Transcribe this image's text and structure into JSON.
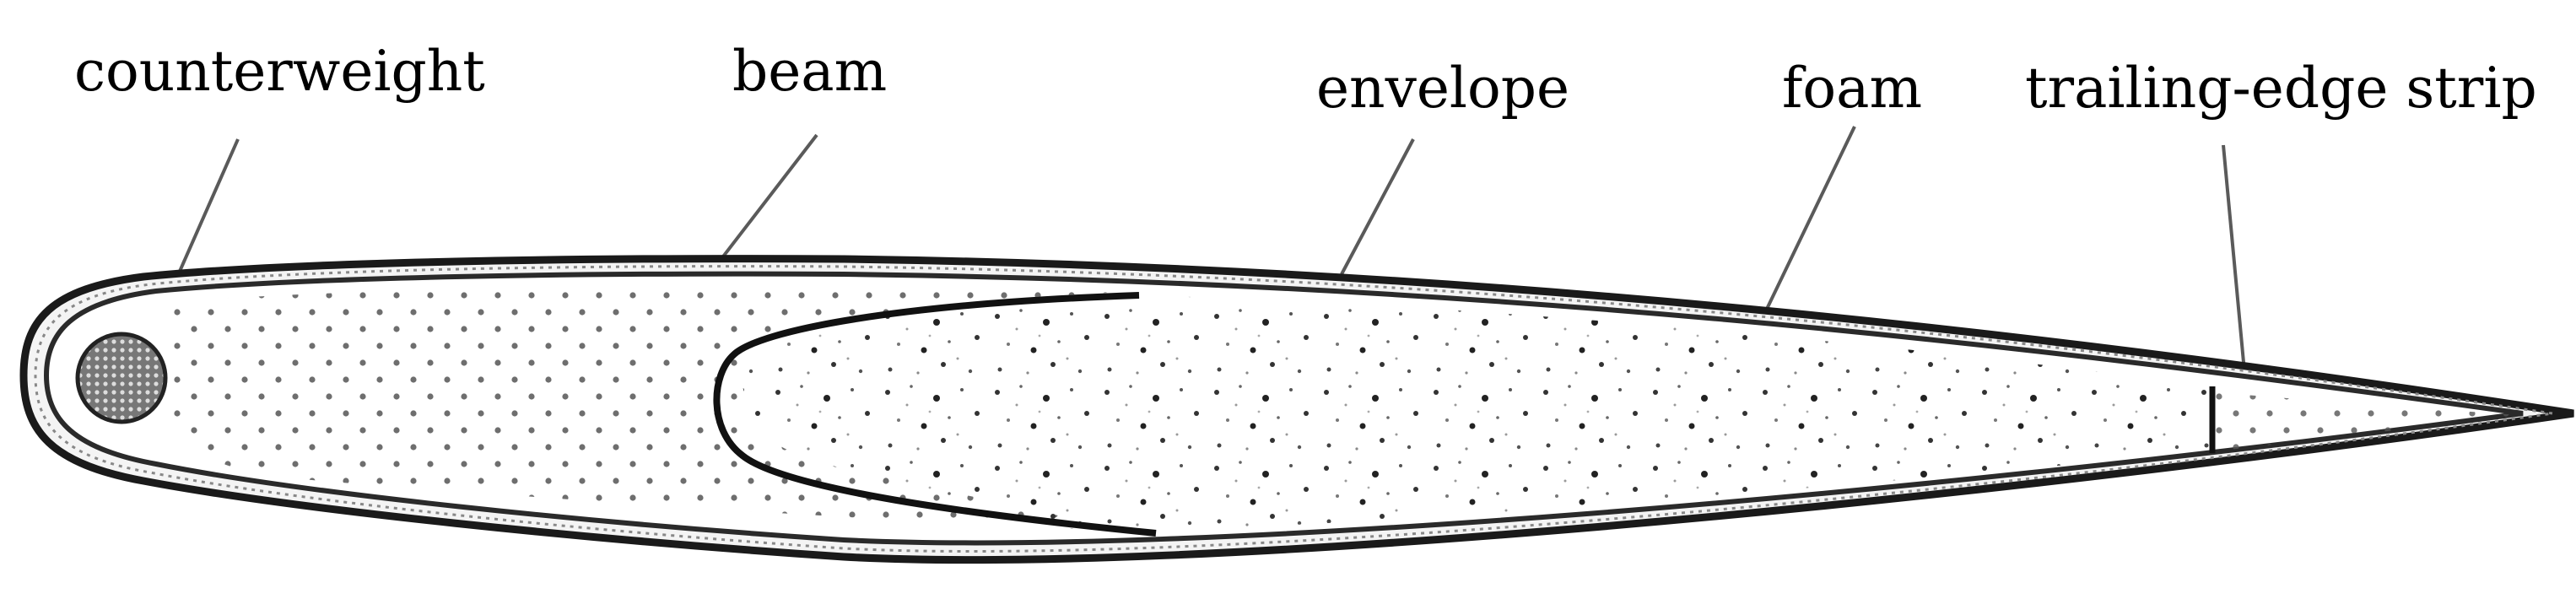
{
  "labels": {
    "counterweight": "counterweight",
    "beam": "beam",
    "envelope": "envelope",
    "foam": "foam",
    "trailing_edge_strip": "trailing-edge strip"
  },
  "colors": {
    "outline": "#1a1a1a",
    "leader_line": "#5a5a5a",
    "background": "#ffffff"
  }
}
